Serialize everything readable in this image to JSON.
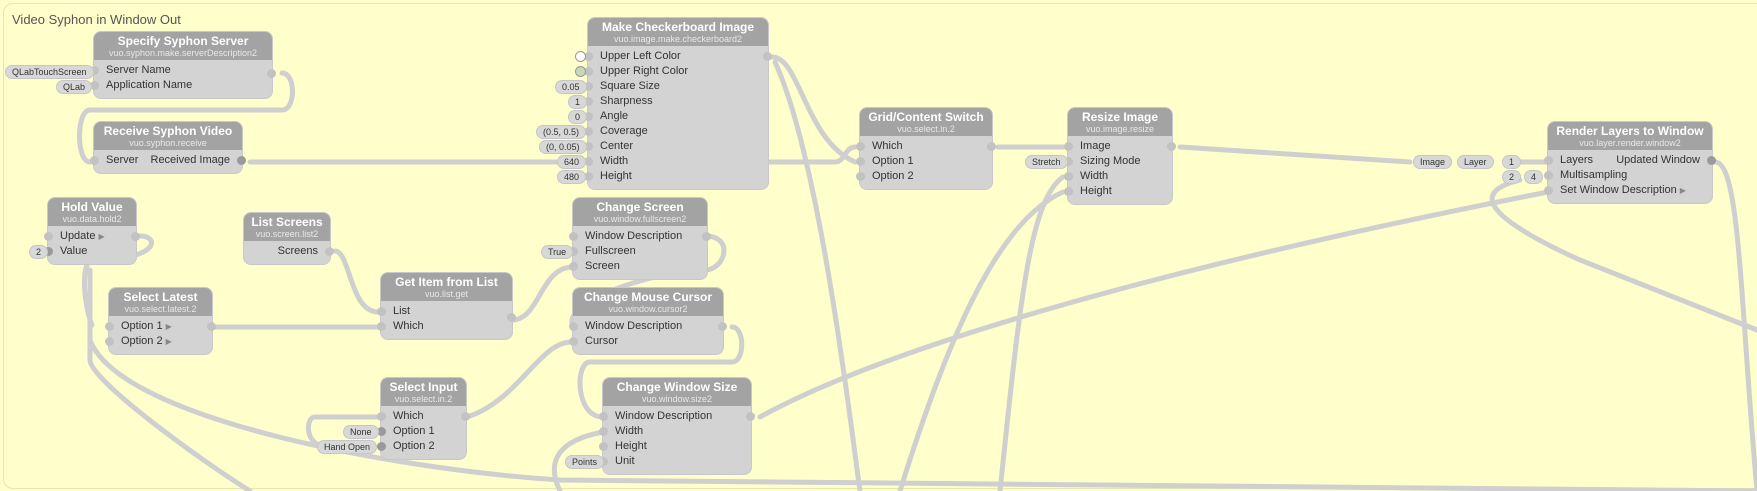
{
  "composition_title": "Video Syphon in Window Out",
  "nodes": {
    "specify_syphon_server": {
      "title": "Specify Syphon Server",
      "class": "vuo.syphon.make.serverDescription2",
      "inputs": [
        "Server Name",
        "Application Name"
      ]
    },
    "receive_syphon_video": {
      "title": "Receive Syphon Video",
      "class": "vuo.syphon.receive",
      "inputs": [
        "Server"
      ],
      "outputs": [
        "Received Image"
      ]
    },
    "make_checkerboard": {
      "title": "Make Checkerboard Image",
      "class": "vuo.image.make.checkerboard2",
      "inputs": [
        "Upper Left Color",
        "Upper Right Color",
        "Square Size",
        "Sharpness",
        "Angle",
        "Coverage",
        "Center",
        "Width",
        "Height"
      ]
    },
    "grid_content_switch": {
      "title": "Grid/Content Switch",
      "class": "vuo.select.in.2",
      "inputs": [
        "Which",
        "Option 1",
        "Option 2"
      ]
    },
    "resize_image": {
      "title": "Resize Image",
      "class": "vuo.image.resize",
      "inputs": [
        "Image",
        "Sizing Mode",
        "Width",
        "Height"
      ]
    },
    "render_layers": {
      "title": "Render Layers to Window",
      "class": "vuo.layer.render.window2",
      "inputs": [
        "Layers",
        "Multisampling",
        "Set Window Description"
      ],
      "outputs": [
        "Updated Window"
      ]
    },
    "hold_value": {
      "title": "Hold Value",
      "class": "vuo.data.hold2",
      "inputs": [
        "Update",
        "Value"
      ]
    },
    "list_screens": {
      "title": "List Screens",
      "class": "vuo.screen.list2",
      "outputs": [
        "Screens"
      ]
    },
    "change_screen": {
      "title": "Change Screen",
      "class": "vuo.window.fullscreen2",
      "inputs": [
        "Window Description",
        "Fullscreen",
        "Screen"
      ]
    },
    "get_item_from_list": {
      "title": "Get Item from List",
      "class": "vuo.list.get",
      "inputs": [
        "List",
        "Which"
      ]
    },
    "select_latest": {
      "title": "Select Latest",
      "class": "vuo.select.latest.2",
      "inputs": [
        "Option 1",
        "Option 2"
      ]
    },
    "change_mouse_cursor": {
      "title": "Change Mouse Cursor",
      "class": "vuo.window.cursor2",
      "inputs": [
        "Window Description",
        "Cursor"
      ]
    },
    "select_input": {
      "title": "Select Input",
      "class": "vuo.select.in.2",
      "inputs": [
        "Which",
        "Option 1",
        "Option 2"
      ]
    },
    "change_window_size": {
      "title": "Change Window Size",
      "class": "vuo.window.size2",
      "inputs": [
        "Window Description",
        "Width",
        "Height",
        "Unit"
      ]
    }
  },
  "constants": {
    "server_name": "QLabTouchScreen",
    "application_name": "QLab",
    "square_size": "0.05",
    "sharpness": "1",
    "angle": "0",
    "coverage": "(0.5, 0.5)",
    "center": "(0, 0.05)",
    "width": "640",
    "height": "480",
    "hold_value": "2",
    "fullscreen": "True",
    "sizing_mode": "Stretch",
    "select_opt1": "None",
    "select_opt2": "Hand Open",
    "unit": "Points",
    "multisampling": "4",
    "layer_port_1": "1",
    "layer_port_2": "2",
    "image_label": "Image",
    "layer_label": "Layer"
  },
  "colors": {
    "canvas": "#ffffcc",
    "node_body": "#d3d3d3",
    "node_header": "#a3a3a3",
    "wire": "#cfcfcf"
  }
}
